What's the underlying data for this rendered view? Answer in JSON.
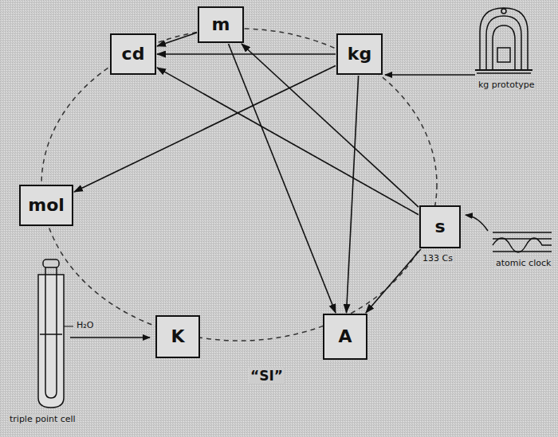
{
  "diagram": {
    "nodes": [
      {
        "text": [
          "m"
        ]
      },
      {
        "text": [
          "cd"
        ]
      },
      {
        "text": [
          "kg"
        ]
      },
      {
        "text": [
          "mol"
        ]
      },
      {
        "text": [
          "s"
        ]
      },
      {
        "text": [
          "K"
        ]
      },
      {
        "text": [
          "A"
        ]
      }
    ],
    "edges": [
      {
        "from": 0,
        "to": 1,
        "arrow": "to"
      },
      {
        "from": 2,
        "to": 1,
        "arrow": "to"
      },
      {
        "from": 4,
        "to": 1,
        "arrow": "to"
      },
      {
        "from": 2,
        "to": 3,
        "arrow": "to"
      },
      {
        "from": 4,
        "to": 0,
        "arrow": "to"
      },
      {
        "from": 0,
        "to": 6,
        "arrow": "to"
      },
      {
        "from": 2,
        "to": 6,
        "arrow": "to"
      },
      {
        "from": 4,
        "to": 6,
        "arrow": "to"
      }
    ],
    "labels": [
      "kg prototype",
      "133 Cs",
      "atomic clock",
      "H₂O",
      "triple point cell",
      "“SI”"
    ]
  }
}
